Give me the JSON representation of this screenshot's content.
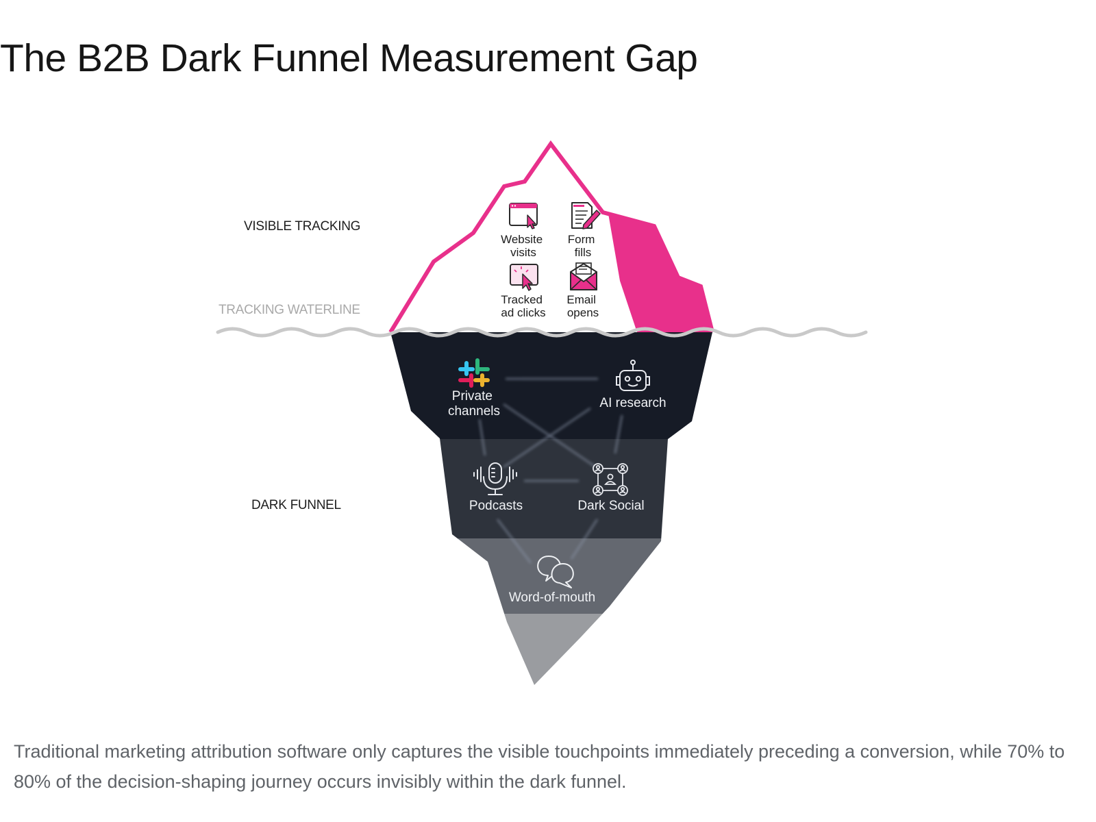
{
  "title": "The B2B Dark Funnel Measurement Gap",
  "labels": {
    "visible_tracking": "VISIBLE TRACKING",
    "waterline": "TRACKING WATERLINE",
    "dark_funnel": "DARK FUNNEL"
  },
  "visible": {
    "website_visits": [
      "Website",
      "visits"
    ],
    "form_fills": [
      "Form",
      "fills"
    ],
    "tracked_ad_clicks": [
      "Tracked",
      "ad clicks"
    ],
    "email_opens": [
      "Email",
      "opens"
    ]
  },
  "dark": {
    "private_channels": [
      "Private",
      "channels"
    ],
    "ai_research": "AI research",
    "podcasts": "Podcasts",
    "dark_social": "Dark Social",
    "word_of_mouth": "Word-of-mouth"
  },
  "caption": "Traditional marketing attribution software only captures the visible touchpoints immediately preceding a conversion, while 70% to 80% of the decision-shaping journey occurs invisibly within the dark funnel.",
  "colors": {
    "accent": "#e8308b",
    "dark_top": "#161b26",
    "dark_mid": "#2e333c",
    "dark_low": "#646870",
    "tip": "#9a9ca0",
    "waterline": "#c9c9c9"
  },
  "icons": [
    "browser-cursor-icon",
    "form-edit-icon",
    "click-cursor-icon",
    "envelope-icon",
    "slack-logo-icon",
    "robot-icon",
    "microphone-icon",
    "network-people-icon",
    "chat-bubbles-icon"
  ]
}
